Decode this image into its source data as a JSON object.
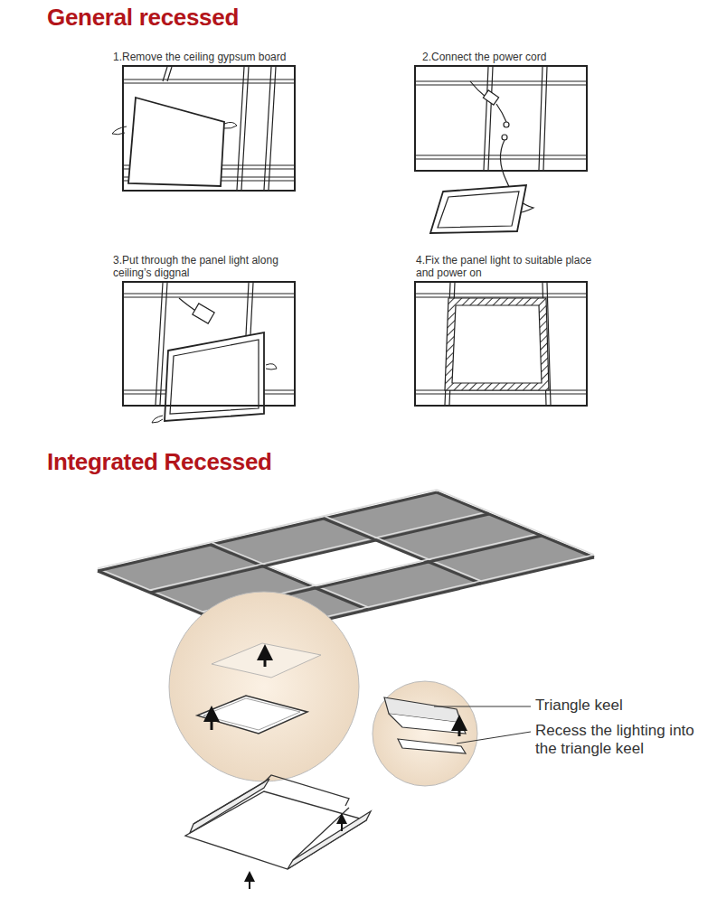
{
  "diagram": {
    "title": "General recessed",
    "nodes": [
      {
        "text": [
          "1.Remove the ceiling gypsum board"
        ]
      },
      {
        "text": [
          "2.Connect the power cord"
        ]
      },
      {
        "text": [
          "3.Put through the panel light along ceiling’s diggnal"
        ]
      },
      {
        "text": [
          "4.Fix the panel light to suitable place and power on"
        ]
      }
    ],
    "labels": [
      "Integrated Recessed",
      "Triangle keel",
      "Recess the lighting into the triangle keel"
    ]
  }
}
